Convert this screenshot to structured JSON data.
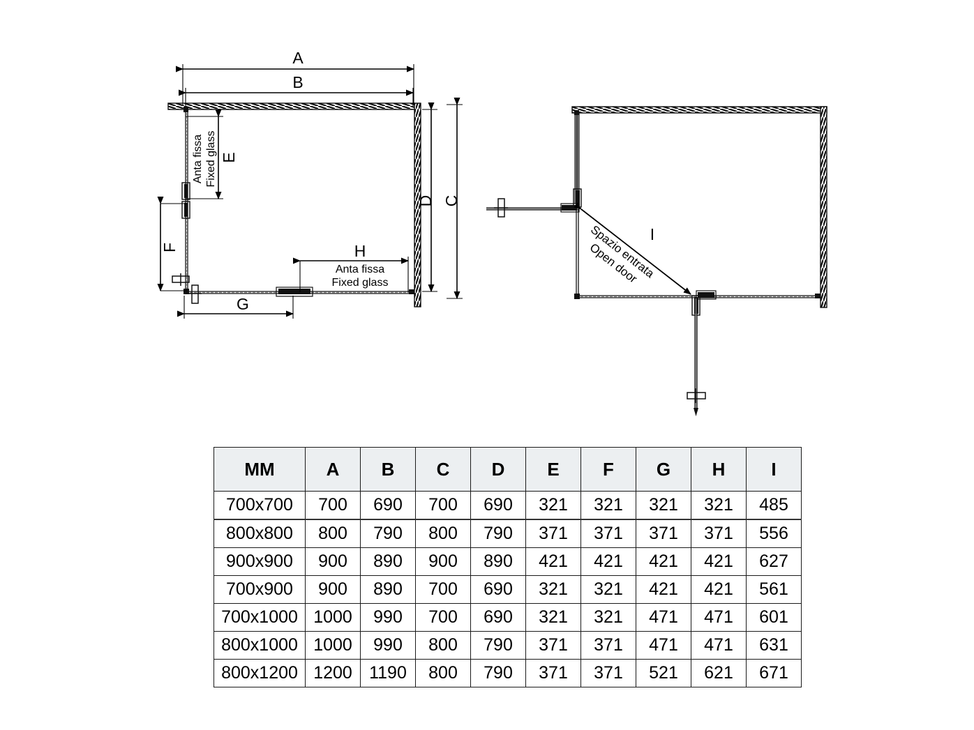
{
  "drawings": {
    "plan_view": {
      "name": "shower-enclosure-plan-view",
      "dimension_labels": {
        "A": "A",
        "B": "B",
        "C": "C",
        "D": "D",
        "E": "E",
        "F": "F",
        "G": "G",
        "H": "H"
      },
      "fixed_glass_left": {
        "line1": "Anta fissa",
        "line2": "Fixed glass"
      },
      "fixed_glass_bottom": {
        "line1": "Anta fissa",
        "line2": "Fixed glass"
      }
    },
    "door_swing_view": {
      "name": "shower-enclosure-door-swing-view",
      "dimension_labels": {
        "I": "I"
      },
      "open_door_label": {
        "line1": "Spazio entrata",
        "line2": "Open door"
      }
    }
  },
  "table": {
    "name": "dimensions-table",
    "headers": [
      "MM",
      "A",
      "B",
      "C",
      "D",
      "E",
      "F",
      "G",
      "H",
      "I"
    ],
    "rows": [
      {
        "size": "700x700",
        "values": [
          "700",
          "690",
          "700",
          "690",
          "321",
          "321",
          "321",
          "321",
          "485"
        ]
      },
      {
        "size": "800x800",
        "values": [
          "800",
          "790",
          "800",
          "790",
          "371",
          "371",
          "371",
          "371",
          "556"
        ]
      },
      {
        "size": "900x900",
        "values": [
          "900",
          "890",
          "900",
          "890",
          "421",
          "421",
          "421",
          "421",
          "627"
        ]
      },
      {
        "size": "700x900",
        "values": [
          "900",
          "890",
          "700",
          "690",
          "321",
          "321",
          "421",
          "421",
          "561"
        ]
      },
      {
        "size": "700x1000",
        "values": [
          "1000",
          "990",
          "700",
          "690",
          "321",
          "321",
          "471",
          "471",
          "601"
        ]
      },
      {
        "size": "800x1000",
        "values": [
          "1000",
          "990",
          "800",
          "790",
          "371",
          "371",
          "471",
          "471",
          "631"
        ]
      },
      {
        "size": "800x1200",
        "values": [
          "1200",
          "1190",
          "800",
          "790",
          "371",
          "371",
          "521",
          "621",
          "671"
        ]
      }
    ],
    "thick_divider_after_row_index": 0
  },
  "colors": {
    "line": "#000000",
    "wall_fill": "#1a1a1a",
    "header_bg": "#eceff1",
    "border": "#1a1a1a",
    "glass_gray": "#8a8a8a"
  }
}
